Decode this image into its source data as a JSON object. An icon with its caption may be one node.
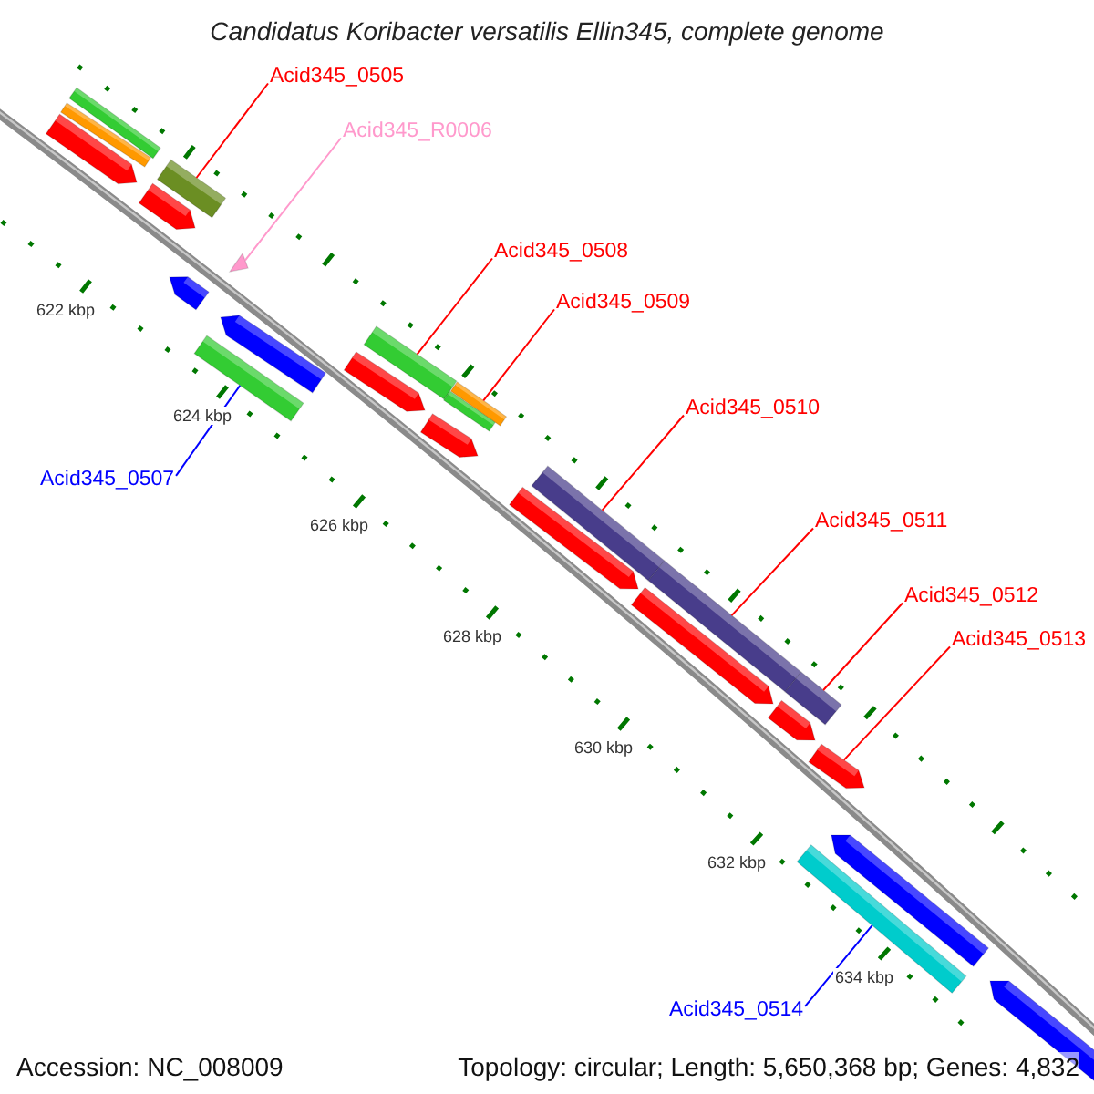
{
  "diagram": {
    "title": "Candidatus Koribacter versatilis Ellin345, complete genome",
    "nodes": [
      {
        "text": [
          "Acid345_0505"
        ]
      },
      {
        "text": [
          "Acid345_R0006"
        ]
      },
      {
        "text": [
          "Acid345_0508"
        ]
      },
      {
        "text": [
          "Acid345_0509"
        ]
      },
      {
        "text": [
          "Acid345_0510"
        ]
      },
      {
        "text": [
          "Acid345_0507"
        ]
      },
      {
        "text": [
          "Acid345_0511"
        ]
      },
      {
        "text": [
          "Acid345_0512"
        ]
      },
      {
        "text": [
          "Acid345_0513"
        ]
      },
      {
        "text": [
          "Acid345_0514"
        ]
      },
      {
        "text": [],
        "shape": "arrow"
      },
      {
        "text": [],
        "shape": "bar"
      },
      {
        "text": [],
        "shape": "bar"
      },
      {
        "text": [],
        "shape": "arrow"
      },
      {
        "text": [],
        "shape": "bar"
      },
      {
        "text": [],
        "shape": "arrow"
      },
      {
        "text": [],
        "shape": "bar"
      },
      {
        "text": [],
        "shape": "arrow"
      },
      {
        "text": [],
        "shape": "triangle"
      },
      {
        "text": [],
        "shape": "arrow"
      },
      {
        "text": [],
        "shape": "bar"
      },
      {
        "text": [],
        "shape": "arrow"
      },
      {
        "text": [],
        "shape": "bar"
      },
      {
        "text": [],
        "shape": "bar"
      },
      {
        "text": [],
        "shape": "arrow"
      },
      {
        "text": [],
        "shape": "bar"
      },
      {
        "text": [],
        "shape": "arrow"
      },
      {
        "text": [],
        "shape": "bar"
      },
      {
        "text": [],
        "shape": "arrow"
      },
      {
        "text": [],
        "shape": "bar"
      },
      {
        "text": [],
        "shape": "bar"
      },
      {
        "text": [],
        "shape": "arrow"
      },
      {
        "text": [],
        "shape": "arrow"
      },
      {
        "text": [],
        "shape": "arrow"
      }
    ],
    "edges": [
      {
        "from": 0,
        "to": 14,
        "arrow": "none"
      },
      {
        "from": 1,
        "to": 18,
        "arrow": "none",
        "color": "#ff99cc"
      },
      {
        "from": 2,
        "to": 20,
        "arrow": "none"
      },
      {
        "from": 3,
        "to": 23,
        "arrow": "none"
      },
      {
        "from": 4,
        "to": 25,
        "arrow": "none"
      },
      {
        "from": 5,
        "to": 16,
        "arrow": "none",
        "color": "#0000ff"
      },
      {
        "from": 6,
        "to": 27,
        "arrow": "none"
      },
      {
        "from": 7,
        "to": 29,
        "arrow": "none"
      },
      {
        "from": 8,
        "to": 31,
        "arrow": "none"
      },
      {
        "from": 9,
        "to": 30,
        "arrow": "none",
        "color": "#0000ff"
      }
    ],
    "labels": [
      "622 kbp",
      "624 kbp",
      "626 kbp",
      "628 kbp",
      "630 kbp",
      "632 kbp",
      "634 kbp",
      "Accession: NC_008009",
      "Topology: circular; Length: 5,650,368 bp; Genes: 4,832"
    ]
  }
}
